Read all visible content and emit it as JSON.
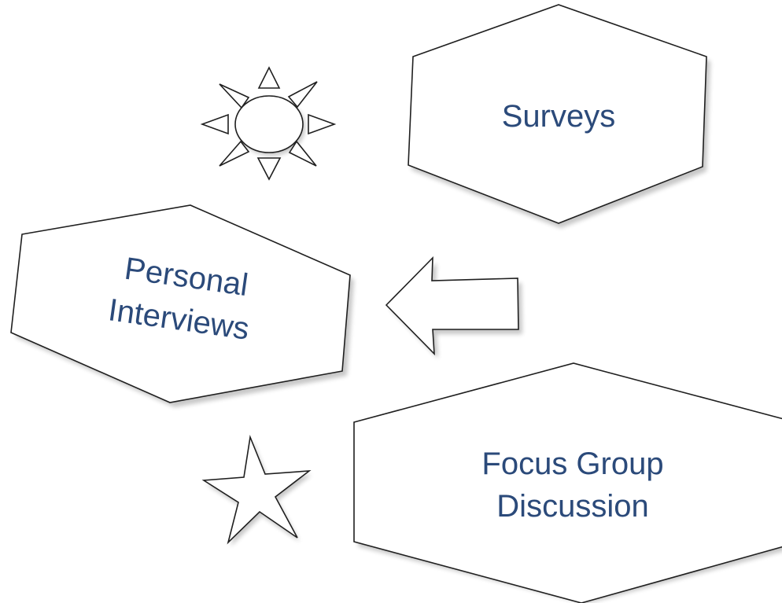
{
  "diagram": {
    "colors": {
      "text": "#2b4a7a",
      "outline": "#1f1f1f",
      "background": "#ffffff"
    },
    "shapes": {
      "surveys": {
        "label": "Surveys"
      },
      "personal_interviews": {
        "line1": "Personal",
        "line2": "Interviews"
      },
      "focus_group": {
        "line1": "Focus Group",
        "line2": "Discussion"
      }
    },
    "icons": {
      "sun": "sun-icon",
      "arrow": "left-arrow-icon",
      "star": "star-icon"
    }
  }
}
